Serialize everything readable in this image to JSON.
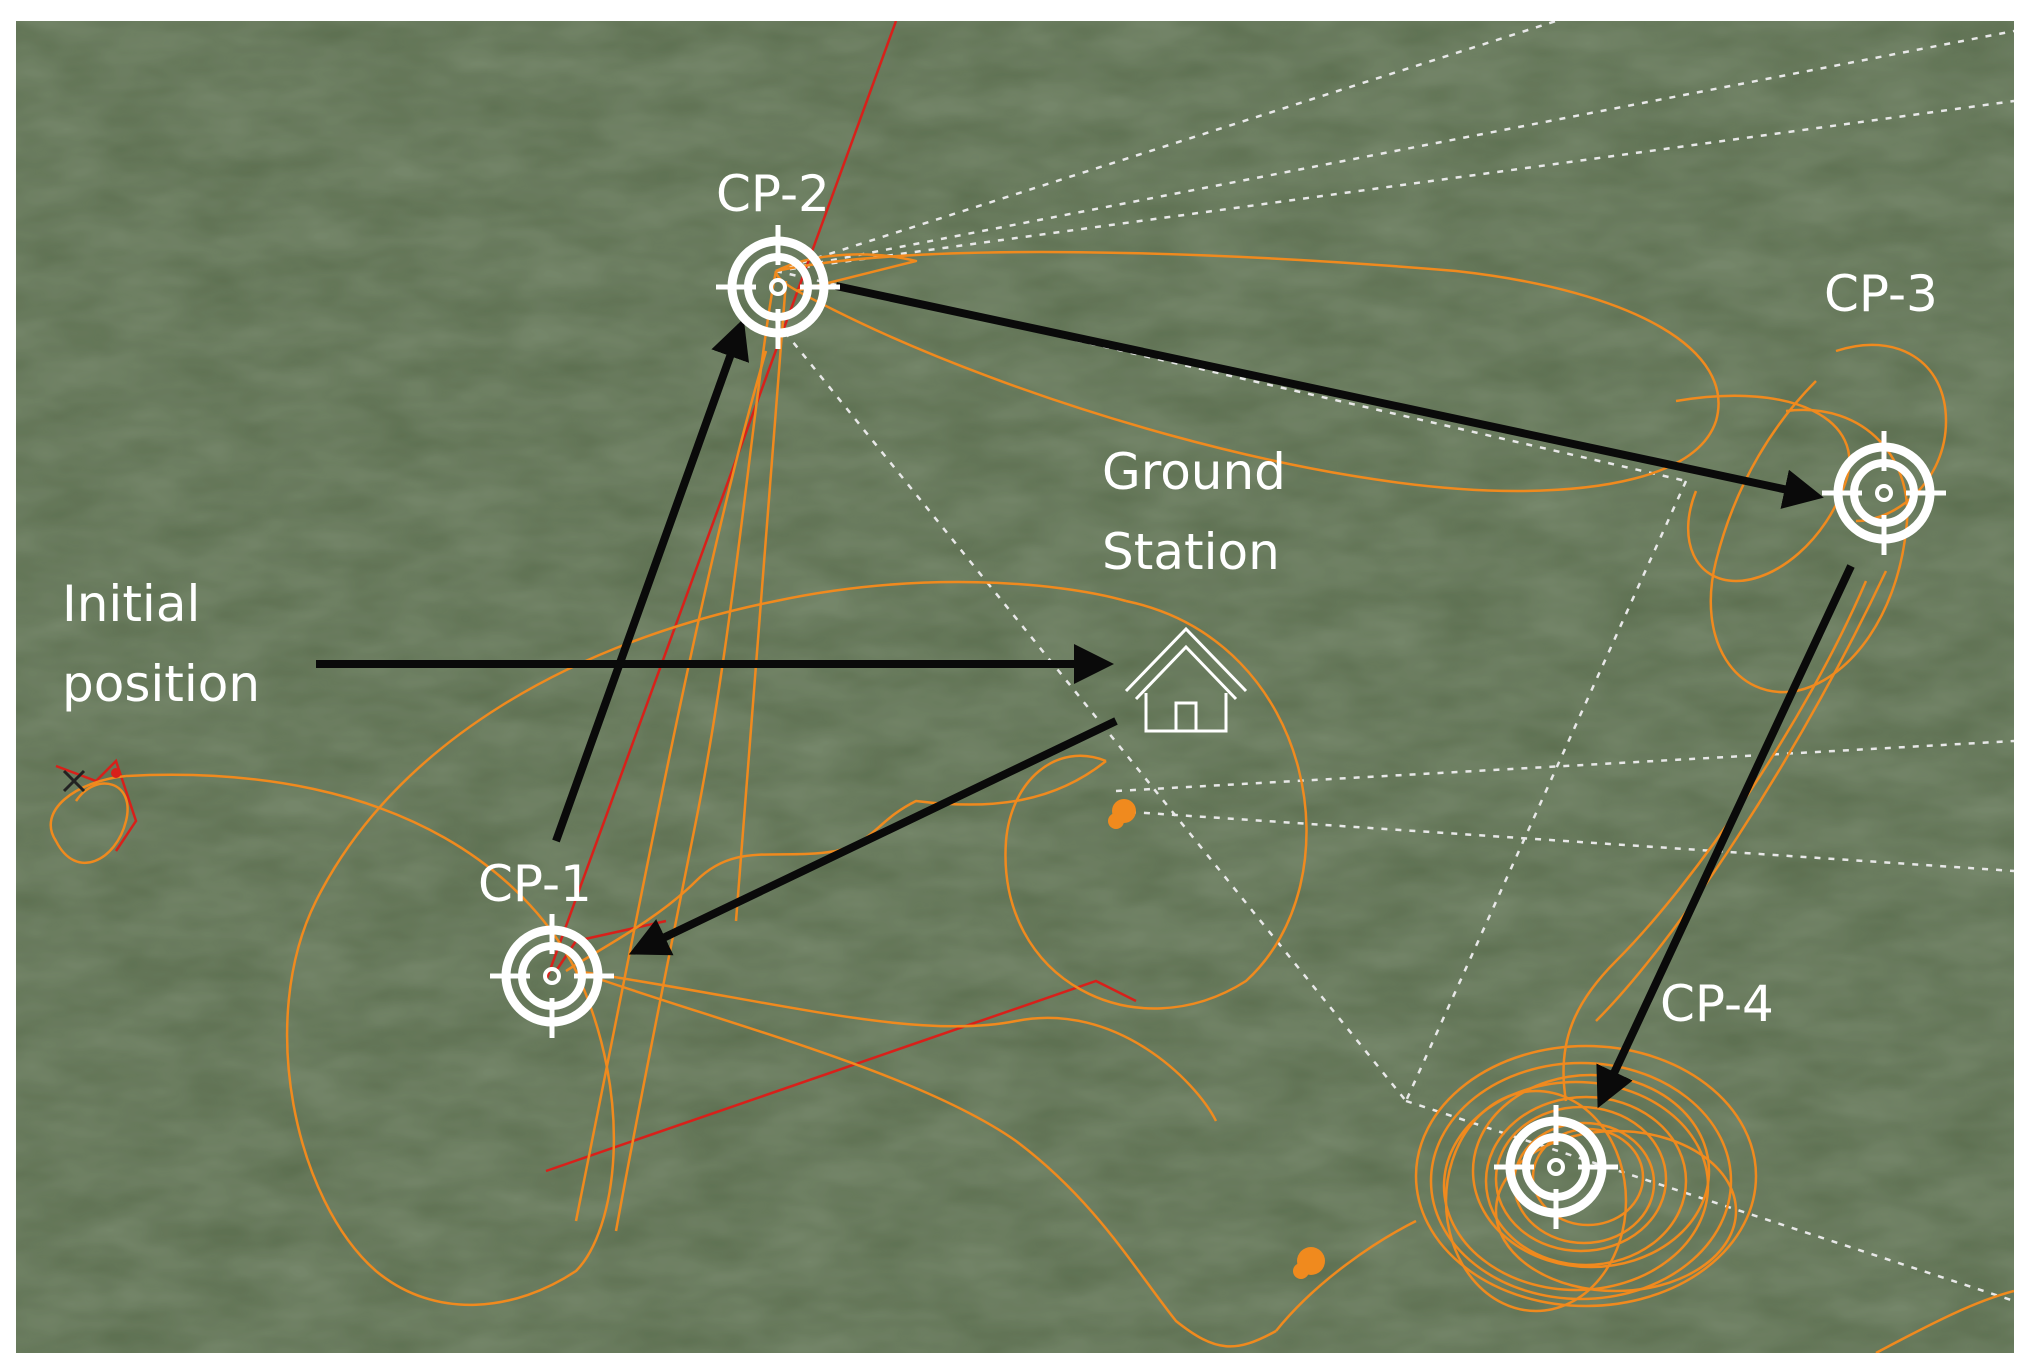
{
  "labels": {
    "cp1": "CP-1",
    "cp2": "CP-2",
    "cp3": "CP-3",
    "cp4": "CP-4",
    "ground_station_line1": "Ground",
    "ground_station_line2": "Station",
    "initial_position_line1": "Initial",
    "initial_position_line2": "position"
  },
  "colors": {
    "terrain": "#5e7050",
    "flight_path": "#f08a1e",
    "planned_line": "#d8201a",
    "waypoint_arrow": "#0a0a0a",
    "checkpoint_marker": "#ffffff",
    "sight_line": "#e8e8e8"
  },
  "icons": {
    "checkpoint": "crosshair-target-icon",
    "ground_station": "house-icon",
    "start_marker": "x-mark-icon"
  }
}
